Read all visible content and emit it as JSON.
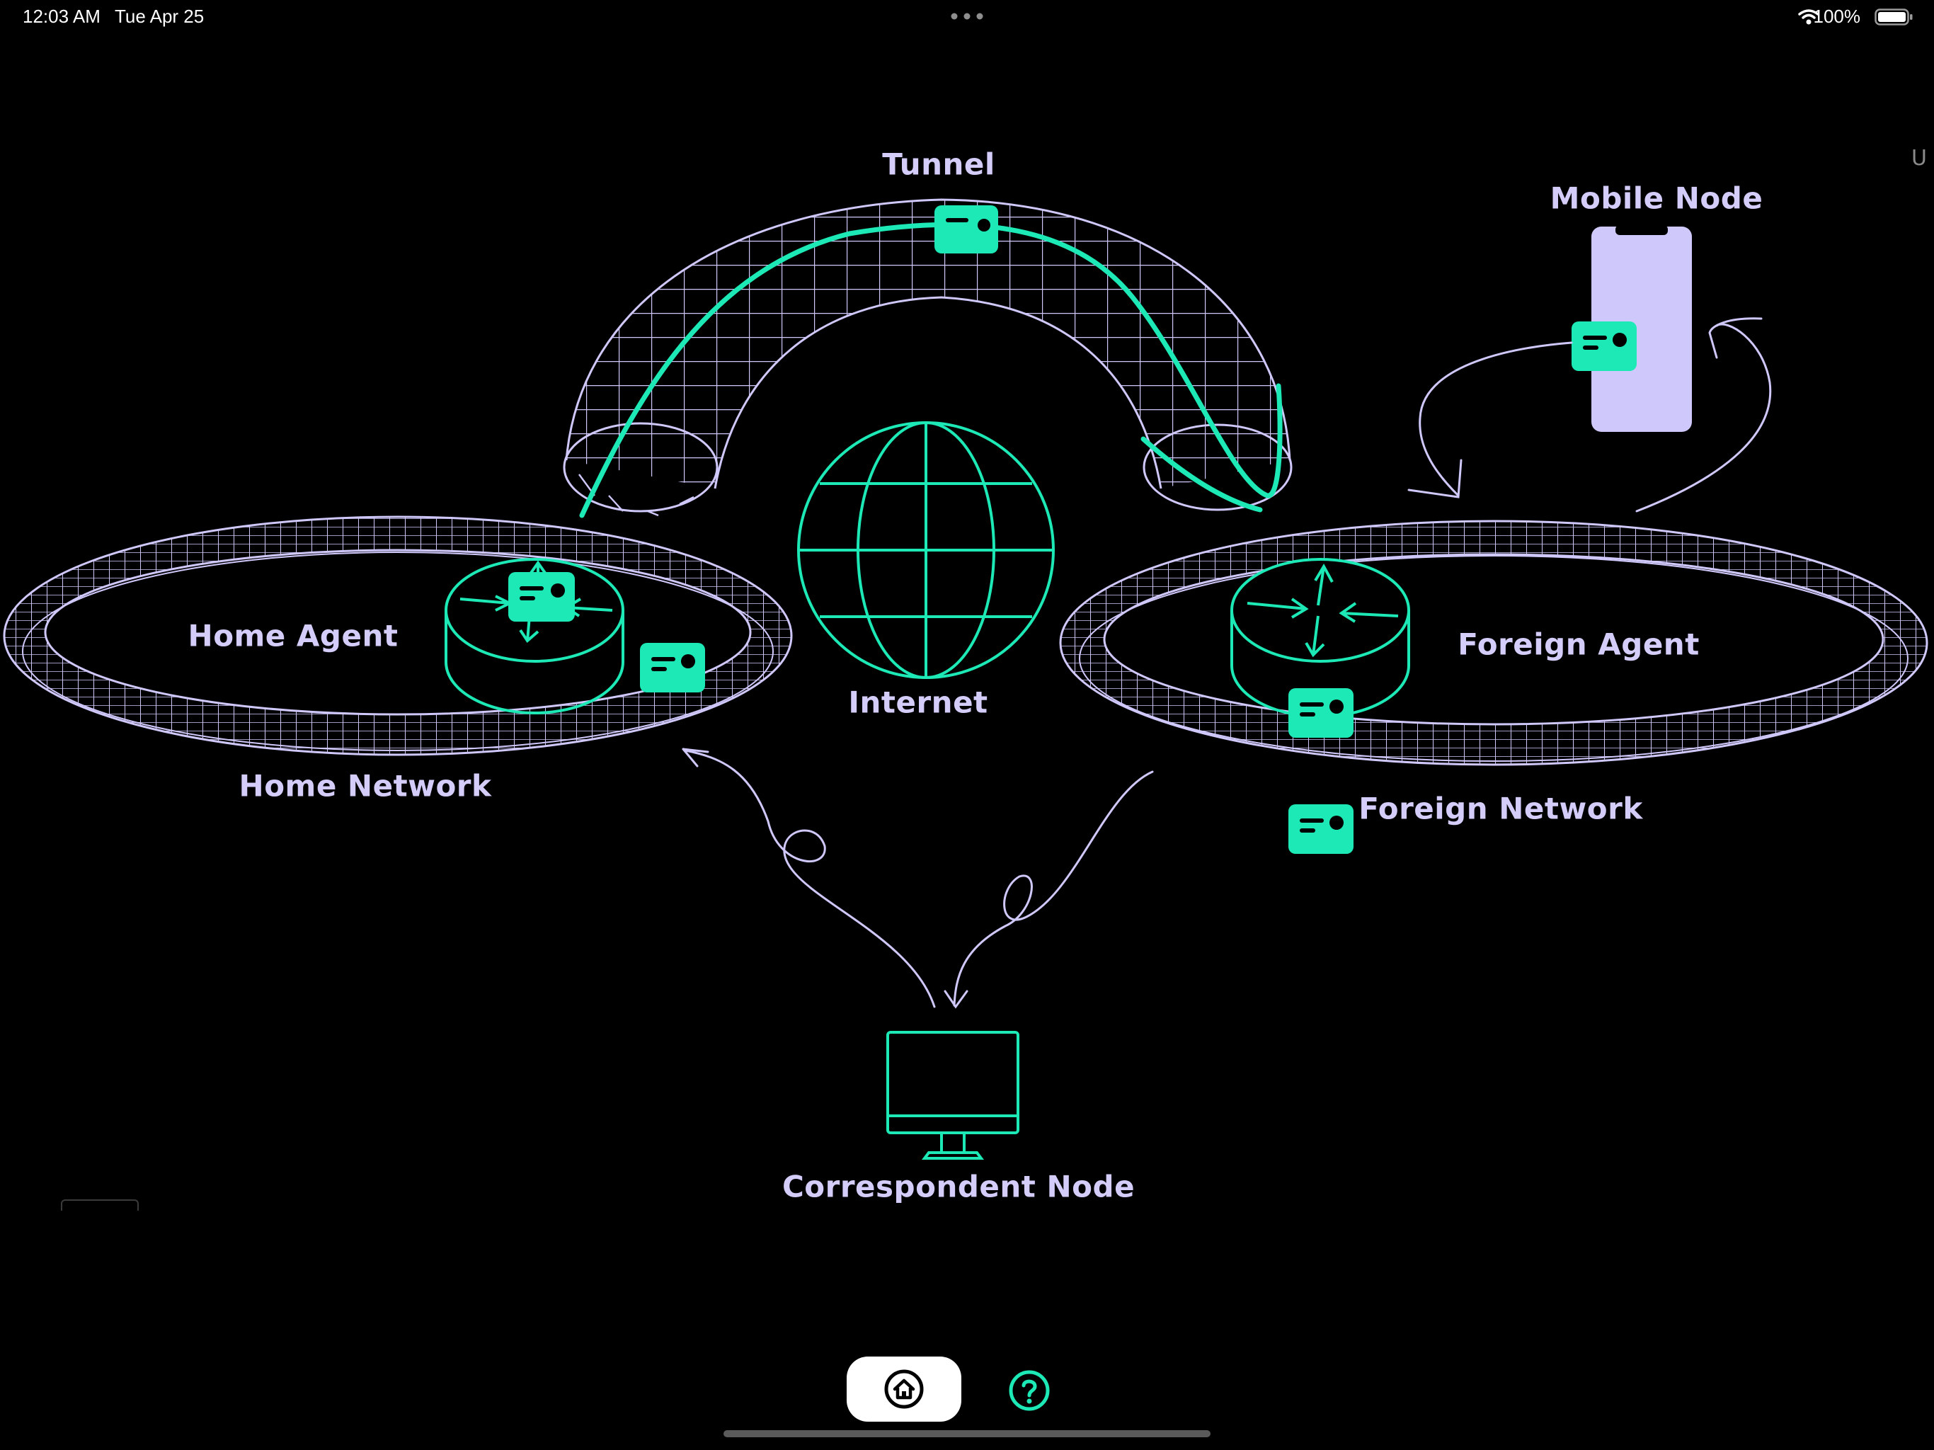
{
  "status_bar": {
    "time": "12:03 AM",
    "date": "Tue Apr 25",
    "battery_percent": "100%"
  },
  "diagram": {
    "labels": {
      "tunnel": "Tunnel",
      "mobile_node": "Mobile Node",
      "home_agent": "Home Agent",
      "internet": "Internet",
      "foreign_agent": "Foreign Agent",
      "home_network": "Home Network",
      "foreign_network": "Foreign Network",
      "correspondent_node": "Correspondent Node"
    },
    "colors": {
      "accent": "#1de9b6",
      "outline": "#cfc8fa",
      "label": "#d4cdfa",
      "background": "#000000"
    }
  },
  "toolbar": {
    "home_icon": "home-icon",
    "help_icon": "question-mark-icon"
  },
  "edge_marks": {
    "right_glyph": "U"
  }
}
